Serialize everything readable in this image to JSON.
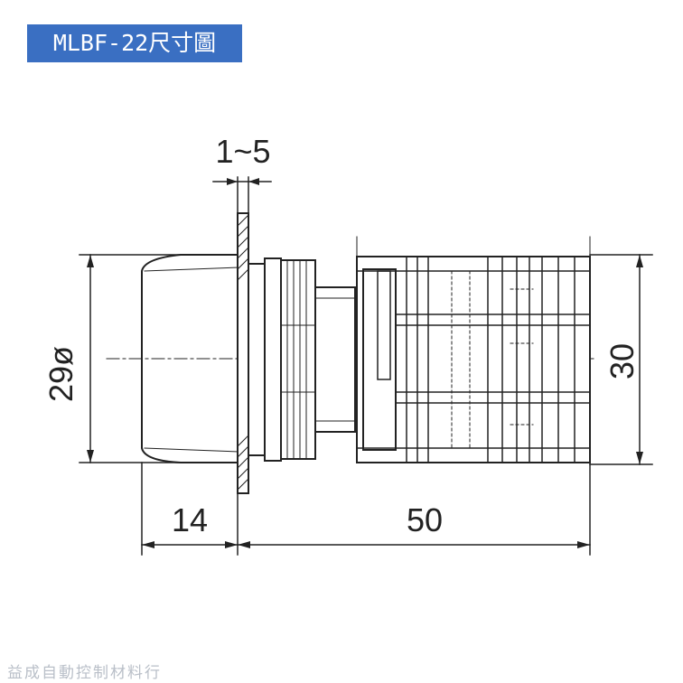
{
  "title": "MLBF-22尺寸圖",
  "dimensions": {
    "panel_thickness": "1~5",
    "diameter": "29ø",
    "height": "30",
    "front_length": "14",
    "body_length": "50"
  },
  "watermark": "益成自動控制材料行",
  "colors": {
    "title_background": "#3a6fc2",
    "title_text": "#ffffff",
    "line": "#222222",
    "watermark": "#b9bfc8"
  }
}
